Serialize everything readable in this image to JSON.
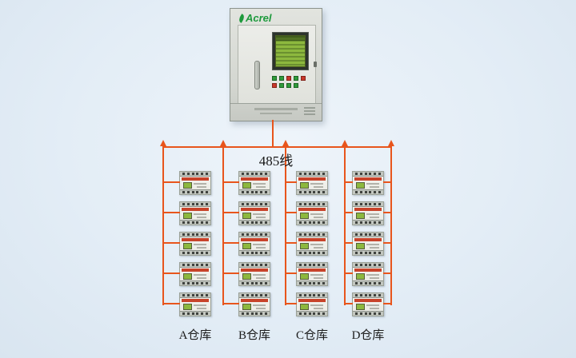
{
  "colors": {
    "accent": "#e8551c",
    "brand_green": "#1d9a3c",
    "lcd_green": "#8db83e"
  },
  "cabinet": {
    "brand": "Acrel"
  },
  "bus": {
    "label": "485线"
  },
  "columns": [
    {
      "label": "A仓库",
      "devices": 5
    },
    {
      "label": "B仓库",
      "devices": 5
    },
    {
      "label": "C仓库",
      "devices": 5
    },
    {
      "label": "D仓库",
      "devices": 5
    }
  ]
}
